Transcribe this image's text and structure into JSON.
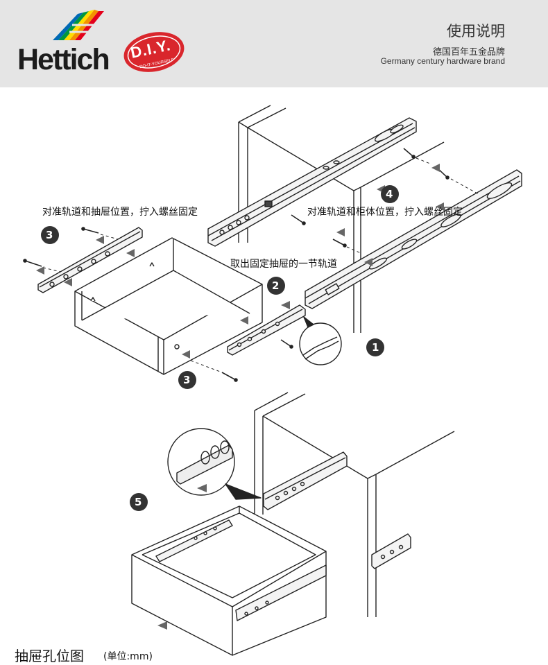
{
  "header": {
    "brand": "Hettich",
    "diy_badge": "D.I.Y.",
    "diy_badge_sub": "DO-IT-YOURSELF",
    "title": "使用说明",
    "subtitle_cn": "德国百年五金品牌",
    "subtitle_en": "Germany century hardware brand"
  },
  "steps": [
    {
      "number": "1"
    },
    {
      "number": "2",
      "caption": "取出固定抽屉的一节轨道"
    },
    {
      "number": "3",
      "caption": "对准轨道和抽屉位置，拧入螺丝固定"
    },
    {
      "number": "4",
      "caption": "对准轨道和柜体位置，拧入螺丝固定"
    },
    {
      "number": "5"
    }
  ],
  "footer": {
    "title": "抽屉孔位图",
    "unit": "(单位:mm)"
  },
  "colors": {
    "header_bg": "#e5e5e5",
    "badge_red": "#d9262c",
    "step_circle": "#333333",
    "line": "#222222"
  }
}
